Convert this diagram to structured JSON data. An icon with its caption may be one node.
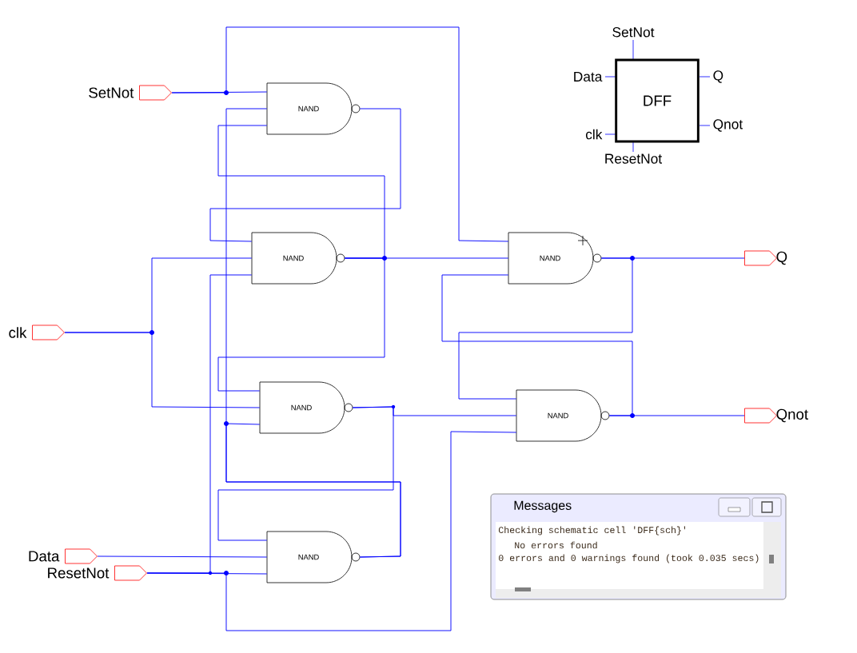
{
  "diagram": {
    "nodes": [
      {
        "text": [
          "SetNot"
        ]
      },
      {
        "text": [
          "clk"
        ]
      },
      {
        "text": [
          "Data"
        ]
      },
      {
        "text": [
          "ResetNot"
        ]
      },
      {
        "text": [
          "NAND"
        ]
      },
      {
        "text": [
          "NAND"
        ]
      },
      {
        "text": [
          "NAND"
        ]
      },
      {
        "text": [
          "NAND"
        ]
      },
      {
        "text": [
          "NAND"
        ]
      },
      {
        "text": [
          "NAND"
        ]
      },
      {
        "text": [
          "Q"
        ]
      },
      {
        "text": [
          "Qnot"
        ]
      },
      {
        "text": [
          "DFF"
        ],
        "beside": [
          "SetNot",
          "Data",
          "Q",
          "Qnot",
          "clk",
          "ResetNot"
        ]
      },
      {
        "text": [
          "Messages",
          "Checking schematic cell 'DFF{sch}'",
          "No errors found",
          "0 errors and 0 warnings found (took 0.035 secs)"
        ]
      }
    ],
    "edges": [
      {
        "from": 0,
        "to": 4,
        "arrow": "none"
      },
      {
        "from": 0,
        "to": 8,
        "arrow": "none"
      },
      {
        "from": 1,
        "to": 5,
        "arrow": "none"
      },
      {
        "from": 1,
        "to": 6,
        "arrow": "none"
      },
      {
        "from": 2,
        "to": 7,
        "arrow": "none"
      },
      {
        "from": 3,
        "to": 7,
        "arrow": "none"
      },
      {
        "from": 3,
        "to": 5,
        "arrow": "none"
      },
      {
        "from": 3,
        "to": 9,
        "arrow": "none"
      },
      {
        "from": 4,
        "to": 5,
        "arrow": "none"
      },
      {
        "from": 5,
        "to": 4,
        "arrow": "none"
      },
      {
        "from": 5,
        "to": 6,
        "arrow": "none"
      },
      {
        "from": 5,
        "to": 8,
        "arrow": "none"
      },
      {
        "from": 6,
        "to": 9,
        "arrow": "none"
      },
      {
        "from": 6,
        "to": 7,
        "arrow": "none"
      },
      {
        "from": 7,
        "to": 4,
        "arrow": "none"
      },
      {
        "from": 7,
        "to": 6,
        "arrow": "none"
      },
      {
        "from": 8,
        "to": 10,
        "arrow": "none"
      },
      {
        "from": 8,
        "to": 9,
        "arrow": "none"
      },
      {
        "from": 9,
        "to": 11,
        "arrow": "none"
      },
      {
        "from": 9,
        "to": 8,
        "arrow": "none"
      }
    ]
  }
}
